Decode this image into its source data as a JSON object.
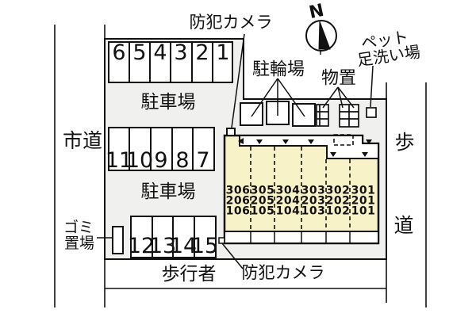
{
  "diagram_type": "apartment-site-plan",
  "labels": {
    "security_camera_top": "防犯カメラ",
    "security_camera_bottom": "防犯カメラ",
    "bicycle_parking": "駐輪場",
    "storage_shed": "物置",
    "pet_wash_line1": "ペット",
    "pet_wash_line2": "足洗い場",
    "city_road": "市道",
    "sidewalk_char1": "歩",
    "sidewalk_char2": "道",
    "parking_lot_upper": "駐車場",
    "parking_lot_lower": "駐車場",
    "garbage_line1": "ゴミ",
    "garbage_line2": "置場",
    "pedestrian_way": "歩行者",
    "north_mark": "N"
  },
  "parking": {
    "row_top": [
      "6",
      "5",
      "4",
      "3",
      "2",
      "1"
    ],
    "row_middle": [
      "11",
      "10",
      "9",
      "8",
      "7"
    ],
    "row_bottom": [
      "12",
      "13",
      "14",
      "15"
    ]
  },
  "building": {
    "rooms": [
      [
        "306",
        "305",
        "304",
        "303",
        "302",
        "301"
      ],
      [
        "206",
        "205",
        "204",
        "203",
        "202",
        "201"
      ],
      [
        "106",
        "105",
        "104",
        "103",
        "102",
        "101"
      ]
    ]
  },
  "colors": {
    "building_fill": "#f8f2c8",
    "site_fill": "#f0f0ee",
    "line": "#111111",
    "background": "#ffffff"
  }
}
